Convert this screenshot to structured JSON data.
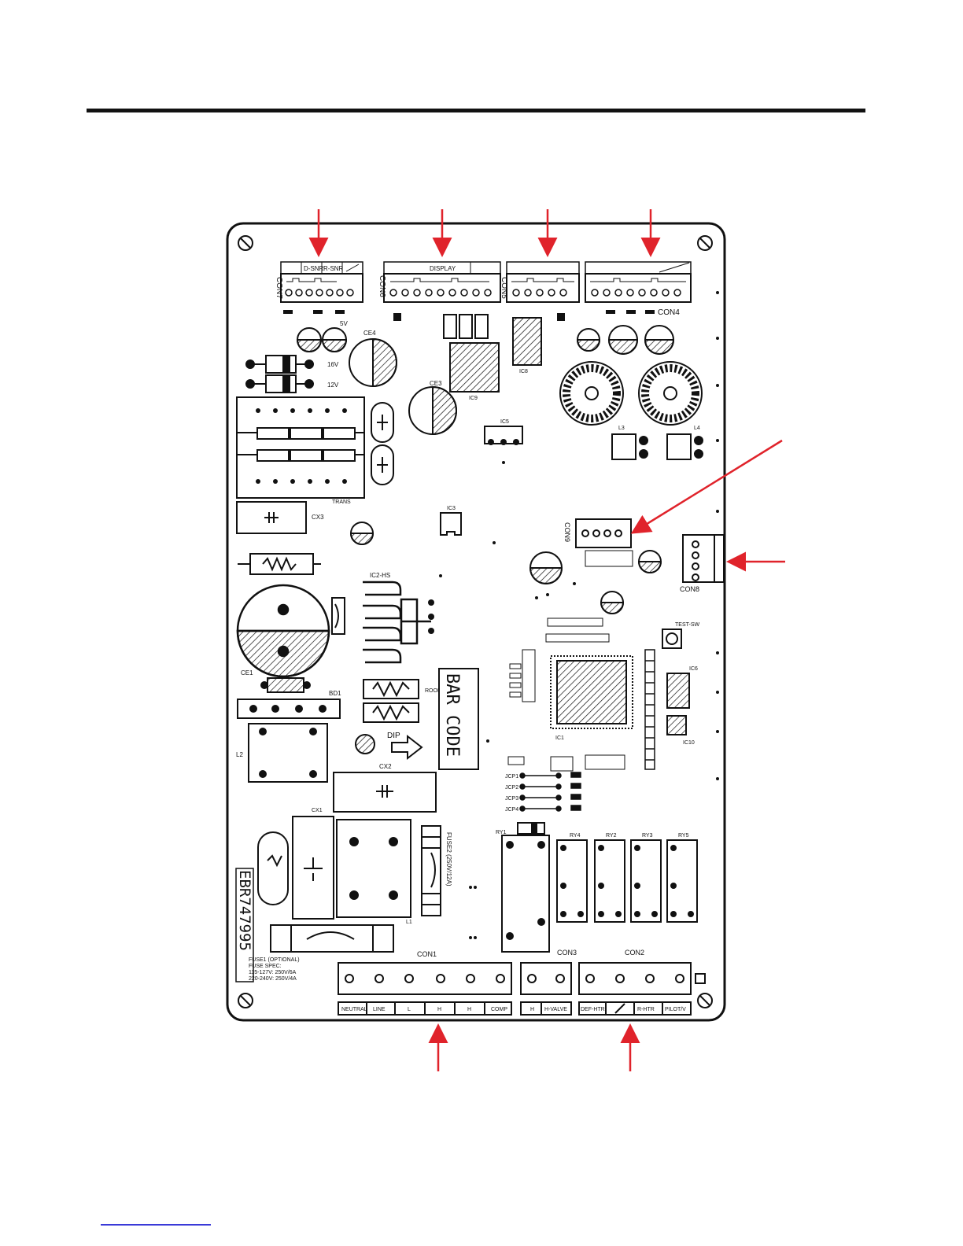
{
  "board": {
    "part_number": "EBR747995",
    "bar_code": "BAR CODE",
    "dip_label": "DIP",
    "test_switch": "TEST-SW"
  },
  "connectors": {
    "con7": {
      "name": "CON7",
      "pins": [
        "D-SNR",
        "R-SNR"
      ]
    },
    "con6": {
      "name": "CON6",
      "pins": [
        "DISPLAY"
      ]
    },
    "con5": {
      "name": "CON5"
    },
    "con4": {
      "name": "CON4"
    },
    "con9": {
      "name": "CON9"
    },
    "con8": {
      "name": "CON8"
    },
    "con1": {
      "name": "CON1",
      "pins": [
        "NEUTRAL",
        "LINE",
        "L",
        "H",
        "H",
        "COMP"
      ]
    },
    "con3": {
      "name": "CON3",
      "pins": [
        "H",
        "H-VALVE"
      ]
    },
    "con2": {
      "name": "CON2",
      "pins": [
        "DEF-HTR",
        "",
        "R-HTR",
        "PILOT/V"
      ]
    }
  },
  "components": {
    "fuse2": "FUSE2 (250V/12A)",
    "fuse1_lines": [
      "FUSE1 (OPTIONAL)",
      "FUSE SPEC:",
      "115-127V: 250V/6A",
      "220-240V: 250V/4A"
    ],
    "trans": "TRANS",
    "ic2_hs": "IC2-HS",
    "bd1": "BD1",
    "ce1": "CE1",
    "ce3": "CE3",
    "ce4": "CE4",
    "ic3": "IC3",
    "ic5": "IC5",
    "ic6": "IC6",
    "ic8": "IC8",
    "ic9": "IC9",
    "ic10": "IC10",
    "ic1": "IC1",
    "l1": "L1",
    "l2": "L2",
    "l3": "L3",
    "l4": "L4",
    "cx1": "CX1",
    "cx2": "CX2",
    "cx3": "CX3",
    "ry1": "RY1",
    "ry2": "RY2",
    "ry3": "RY3",
    "ry4": "RY4",
    "ry5": "RY5",
    "roop": "ROOP",
    "v_5": "5V",
    "v_12": "12V",
    "v_16": "16V",
    "jumpers": [
      "JCP1",
      "JCP2",
      "JCP3",
      "JCP4"
    ]
  },
  "colors": {
    "arrow": "#e0232b",
    "ink": "#111111"
  }
}
